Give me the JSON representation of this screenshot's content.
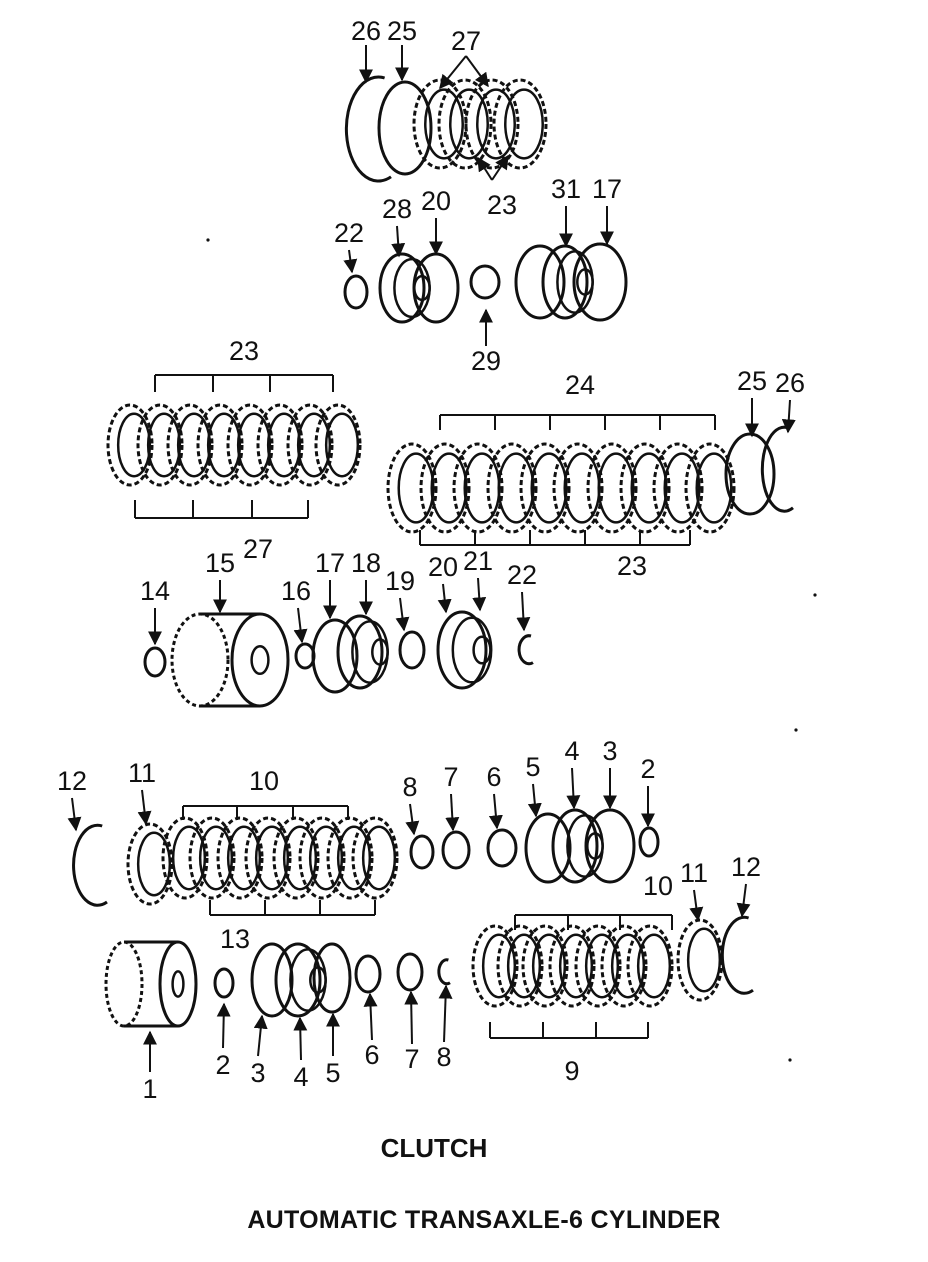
{
  "captions": {
    "line1": "CLUTCH",
    "line2": "AUTOMATIC TRANSAXLE-6 CYLINDER"
  },
  "callouts": {
    "group1": [
      "26",
      "25",
      "27",
      "23"
    ],
    "group2": [
      "22",
      "28",
      "20",
      "29",
      "31",
      "17"
    ],
    "group3": [
      "23",
      "27",
      "24",
      "25",
      "26",
      "23"
    ],
    "group4": [
      "14",
      "15",
      "16",
      "17",
      "18",
      "19",
      "20",
      "21",
      "22"
    ],
    "group5": [
      "12",
      "11",
      "10",
      "13",
      "8",
      "7",
      "6",
      "5",
      "4",
      "3",
      "2"
    ],
    "group6": [
      "1",
      "2",
      "3",
      "4",
      "5",
      "6",
      "7",
      "8",
      "9",
      "10",
      "11",
      "12"
    ]
  }
}
